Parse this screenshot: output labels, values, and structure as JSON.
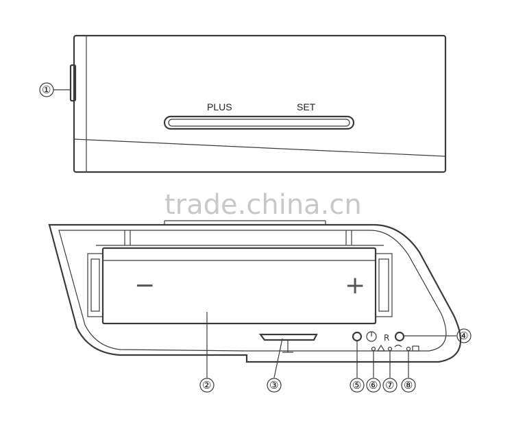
{
  "top_view": {
    "plus_label": "PLUS",
    "set_label": "SET"
  },
  "watermark": "trade.china.cn",
  "battery": {
    "minus_sign": "−",
    "plus_sign": "+"
  },
  "indicator_icons": {
    "power": "power-icon",
    "reset": "R",
    "pet": "pet-icon",
    "wifi": "wifi-icon",
    "battery": "battery-icon"
  },
  "callouts": [
    "①",
    "②",
    "③",
    "④",
    "⑤",
    "⑥",
    "⑦",
    "⑧"
  ]
}
